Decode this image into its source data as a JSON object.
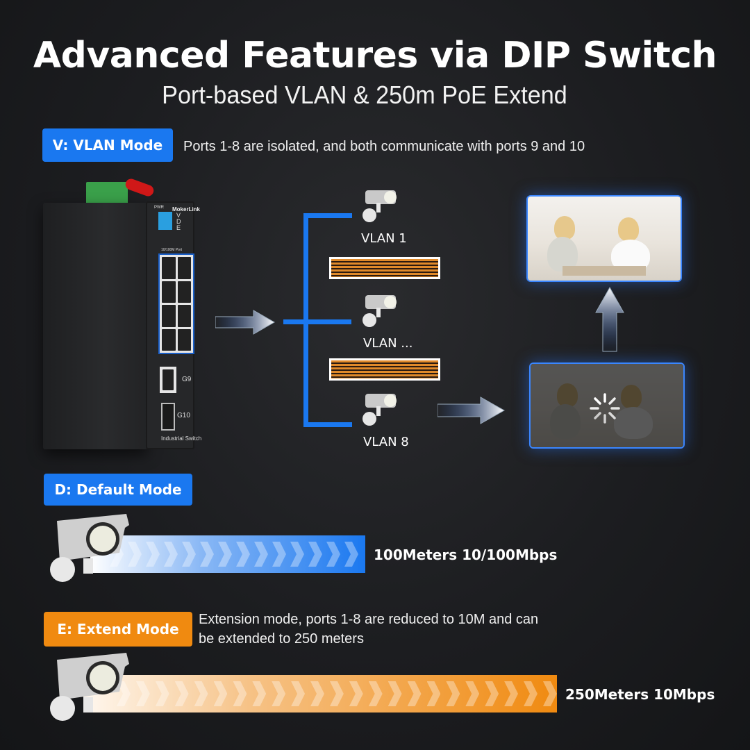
{
  "header": {
    "title": "Advanced Features via DIP Switch",
    "subtitle": "Port-based VLAN & 250m PoE Extend"
  },
  "vlan_mode": {
    "badge": "V: VLAN Mode",
    "description": "Ports 1-8 are isolated, and both communicate with ports 9 and 10",
    "badge_color": "#1a78f0",
    "switch": {
      "brand": "MokerLink",
      "pwr_label": "PWR",
      "dip_labels": [
        "V",
        "D",
        "E"
      ],
      "port_group_label": "10/100M Port",
      "g9_label": "G9",
      "g10_label": "G10",
      "footer_label": "Industrial Switch"
    },
    "cameras": [
      {
        "label": "VLAN 1"
      },
      {
        "label": "VLAN ..."
      },
      {
        "label": "VLAN 8"
      }
    ],
    "icons": {
      "camera": "security-camera-icon",
      "cable": "cable-block-icon",
      "arrow_right": "arrow-right-icon",
      "arrow_up": "arrow-up-icon",
      "loading": "loading-spinner-icon"
    }
  },
  "default_mode": {
    "badge": "D: Default Mode",
    "badge_color": "#1a78f0",
    "speed": "100Meters 10/100Mbps",
    "bar_color": "#1a78f0"
  },
  "extend_mode": {
    "badge": "E: Extend Mode",
    "badge_color": "#f08a10",
    "description_line1": "Extension mode, ports 1-8 are reduced to 10M and can",
    "description_line2": "be extended to 250 meters",
    "speed": "250Meters 10Mbps",
    "bar_color": "#f08a10"
  }
}
